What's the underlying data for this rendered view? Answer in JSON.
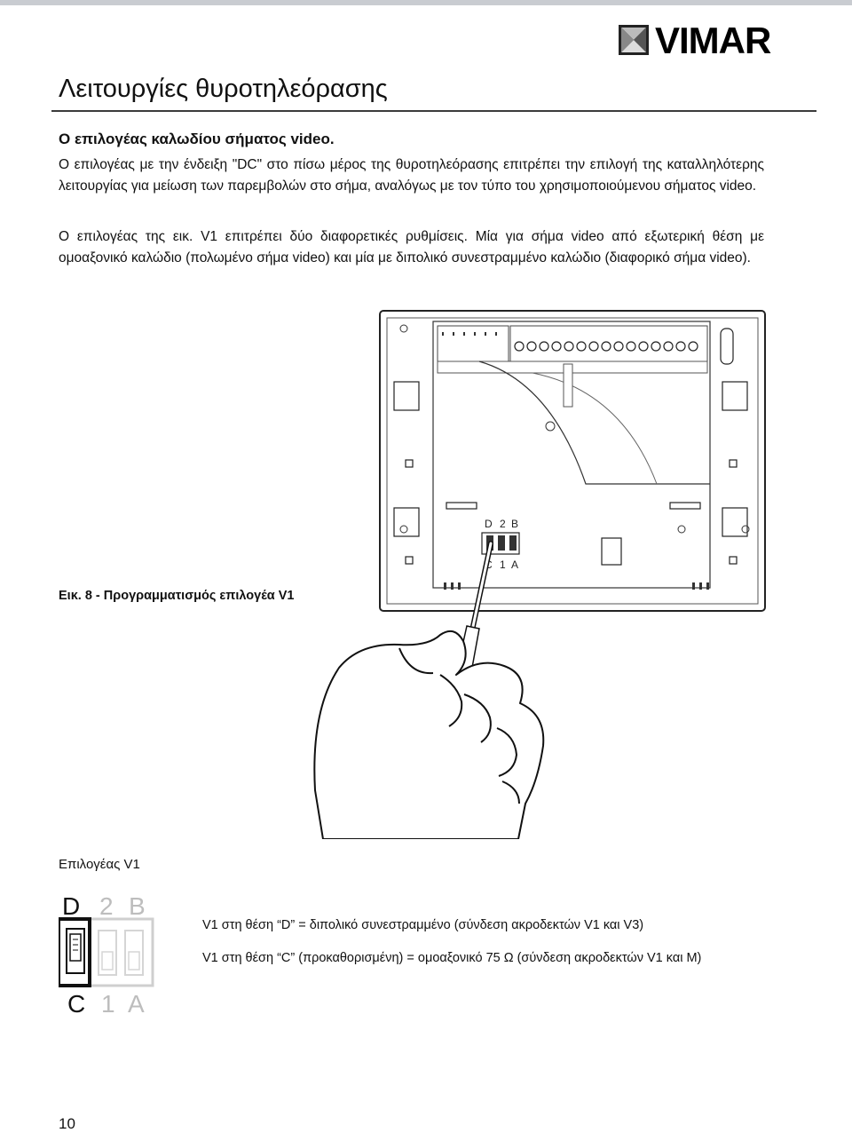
{
  "header": {
    "brand": "VIMAR",
    "section_title": "Λειτουργίες θυροτηλεόρασης"
  },
  "content": {
    "heading": "Ο επιλογέας καλωδίου σήματος video.",
    "paragraph1": "Ο επιλογέας με την ένδειξη \"DC\" στο πίσω μέρος της θυροτηλεόρασης επιτρέπει την επιλογή της καταλληλότερης λειτουργίας για μείωση των παρεμβολών στο σήμα, αναλόγως με τον τύπο του χρησιμοποιούμενου σήματος video.",
    "paragraph2": "Ο επιλογέας της εικ. V1 επιτρέπει δύο διαφορετικές ρυθμίσεις. Μία για σήμα video από εξωτερική θέση με ομοαξονικό καλώδιο (πολωμένο σήμα video) και μία με διπολικό συνεστραμμένο καλώδιο (διαφορικό σήμα video)."
  },
  "figure": {
    "caption": "Εικ. 8 - Προγραμματισμός επιλογέα V1",
    "switch_top_labels": [
      "D",
      "2",
      "B"
    ],
    "switch_bottom_labels": [
      "C",
      "1",
      "A"
    ]
  },
  "selector": {
    "label": "Επιλογέας V1",
    "top_labels": [
      "D",
      "2",
      "B"
    ],
    "bottom_labels": [
      "C",
      "1",
      "A"
    ],
    "legend_d": "V1 στη θέση “D” = διπολικό συνεστραμμένο (σύνδεση ακροδεκτών V1 και V3)",
    "legend_c": "V1 στη θέση “C” (προκαθορισμένη) = ομοαξονικό 75 Ω (σύνδεση ακροδεκτών V1 και M)"
  },
  "footer": {
    "page_number": "10"
  }
}
